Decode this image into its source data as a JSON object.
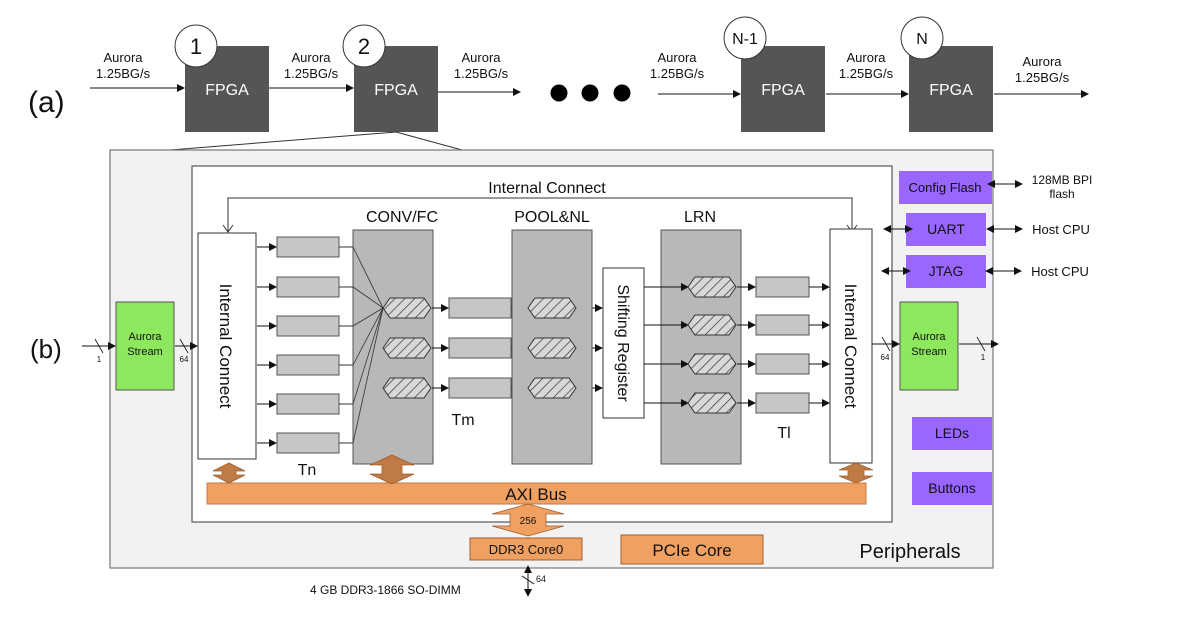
{
  "part_a": {
    "label": "(a)",
    "link_label_line1": "Aurora",
    "link_label_line2": "1.25BG/s",
    "ellipsis": "●●●",
    "nodes": [
      {
        "badge": "1",
        "name": "FPGA"
      },
      {
        "badge": "2",
        "name": "FPGA"
      },
      {
        "badge": "N-1",
        "name": "FPGA"
      },
      {
        "badge": "N",
        "name": "FPGA"
      }
    ],
    "links": [
      {
        "line1": "Aurora",
        "line2": "1.25BG/s"
      },
      {
        "line1": "Aurora",
        "line2": "1.25BG/s"
      },
      {
        "line1": "Aurora",
        "line2": "1.25BG/s"
      },
      {
        "line1": "Aurora",
        "line2": "1.25BG/s"
      },
      {
        "line1": "Aurora",
        "line2": "1.25BG/s"
      },
      {
        "line1": "Aurora",
        "line2": "1.25BG/s"
      }
    ]
  },
  "part_b": {
    "label": "(b)",
    "internal_connect_top": "Internal Connect",
    "internal_connect_left": "Internal Connect",
    "internal_connect_right": "Internal Connect",
    "conv_fc": "CONV/FC",
    "pool_nl": "POOL&NL",
    "lrn": "LRN",
    "shifting_register": "Shifting Register",
    "tn": "Tn",
    "tm": "Tm",
    "tl": "Tl",
    "axi_bus": "AXI Bus",
    "axi_width": "256",
    "ddr_core": "DDR3 Core0",
    "pcie_core": "PCIe Core",
    "ddr_width": "64",
    "dimm": "4 GB DDR3-1866 SO-DIMM",
    "peripherals": "Peripherals",
    "aurora_in": {
      "line1": "Aurora",
      "line2": "Stream",
      "in_width": "1",
      "out_width": "64"
    },
    "aurora_out": {
      "line1": "Aurora",
      "line2": "Stream",
      "in_width": "64",
      "out_width": "1"
    },
    "config_flash": "Config Flash",
    "flash_target_line1": "128MB BPI",
    "flash_target_line2": "flash",
    "uart": "UART",
    "jtag": "JTAG",
    "host_cpu_uart": "Host CPU",
    "host_cpu_jtag": "Host CPU",
    "leds": "LEDs",
    "buttons": "Buttons"
  },
  "colors": {
    "fpga": "#555555",
    "aurora_stream": "#8ee85e",
    "peripheral": "#9966ff",
    "axi": "#f0a060",
    "axi_arrow": "#c07a45",
    "block_gray": "#c0c0c0",
    "pe_gray": "#b5b5b5",
    "board_bg": "#f2f2f2"
  }
}
